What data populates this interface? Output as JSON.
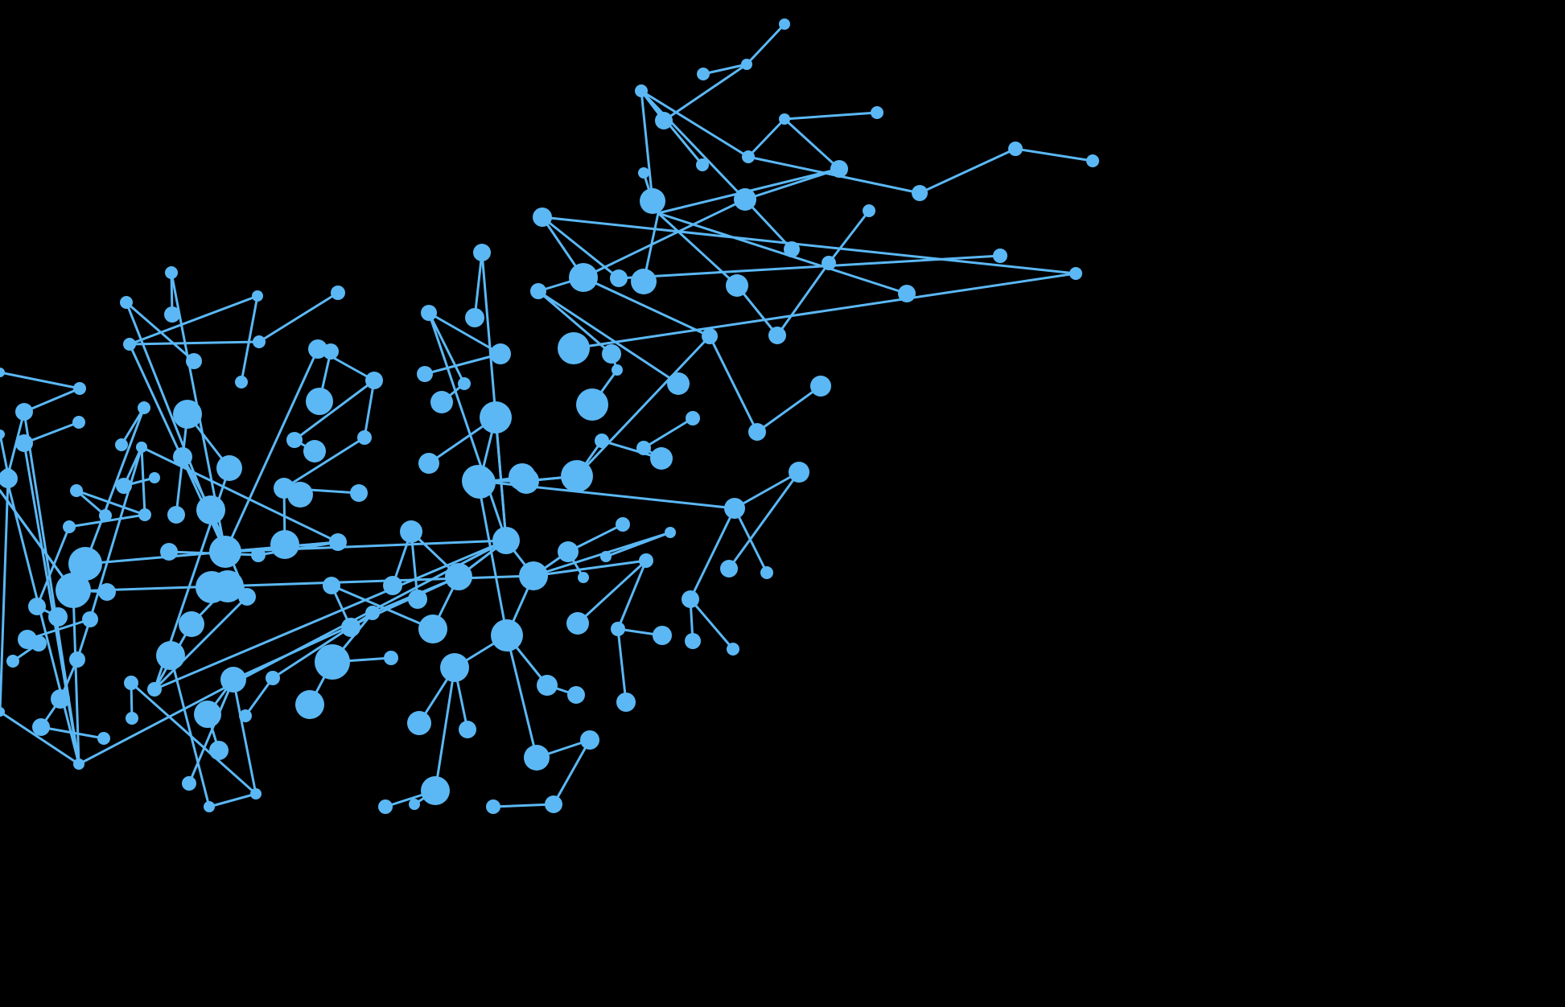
{
  "colors": {
    "background": "#000000",
    "node": "#5bb8f5",
    "edge": "#5bb8f5"
  },
  "edges": [
    [
      "a0",
      "a1"
    ],
    [
      "a1",
      "a2"
    ],
    [
      "a1",
      "a3"
    ],
    [
      "a3",
      "a4"
    ],
    [
      "a4",
      "a5"
    ],
    [
      "a5",
      "a6"
    ],
    [
      "a4",
      "a7"
    ],
    [
      "a4",
      "a8"
    ],
    [
      "a8",
      "a9"
    ],
    [
      "a9",
      "a10"
    ],
    [
      "a9",
      "a11"
    ],
    [
      "a8",
      "a12"
    ],
    [
      "a12",
      "a13"
    ],
    [
      "a13",
      "a14"
    ],
    [
      "a14",
      "a15"
    ],
    [
      "a4",
      "a16"
    ],
    [
      "a16",
      "a17"
    ],
    [
      "a16",
      "a18"
    ],
    [
      "a18",
      "a19"
    ],
    [
      "a19",
      "a20"
    ],
    [
      "a19",
      "a21"
    ],
    [
      "a21",
      "a22"
    ],
    [
      "a22",
      "a23"
    ],
    [
      "a23",
      "a24"
    ],
    [
      "a19",
      "a25"
    ],
    [
      "a16",
      "a26"
    ],
    [
      "a26",
      "a27"
    ],
    [
      "a27",
      "a28"
    ],
    [
      "a28",
      "a29"
    ],
    [
      "a27",
      "a30"
    ],
    [
      "a30",
      "a31"
    ],
    [
      "a26",
      "a32"
    ],
    [
      "a32",
      "a33"
    ],
    [
      "a33",
      "a34"
    ],
    [
      "a34",
      "a35"
    ],
    [
      "a32",
      "a36"
    ],
    [
      "a26",
      "a37"
    ],
    [
      "a37",
      "a38"
    ],
    [
      "a38",
      "a39"
    ],
    [
      "a37",
      "a40"
    ],
    [
      "a40",
      "a41"
    ],
    [
      "a41",
      "a42"
    ],
    [
      "a42",
      "a43"
    ],
    [
      "a43",
      "a44"
    ],
    [
      "a40",
      "a45"
    ],
    [
      "a45",
      "a46"
    ],
    [
      "a46",
      "a47"
    ],
    [
      "a47",
      "a48"
    ],
    [
      "a48",
      "a49"
    ],
    [
      "a47",
      "a50"
    ],
    [
      "a47",
      "a51"
    ],
    [
      "a51",
      "a52"
    ],
    [
      "a51",
      "a53"
    ],
    [
      "b0",
      "b1"
    ],
    [
      "b1",
      "b2"
    ],
    [
      "b1",
      "b3"
    ],
    [
      "b0",
      "b4"
    ],
    [
      "b4",
      "b5"
    ],
    [
      "b0",
      "b6"
    ],
    [
      "b6",
      "b7"
    ],
    [
      "b6",
      "b8"
    ],
    [
      "b8",
      "b9"
    ],
    [
      "b8",
      "b10"
    ],
    [
      "b0",
      "b11"
    ],
    [
      "b11",
      "b12"
    ],
    [
      "b12",
      "b13"
    ],
    [
      "b11",
      "b14"
    ],
    [
      "b14",
      "b15"
    ],
    [
      "b15",
      "b16"
    ],
    [
      "b16",
      "b17"
    ],
    [
      "b11",
      "b18"
    ],
    [
      "b18",
      "b19"
    ],
    [
      "b18",
      "b20"
    ],
    [
      "b18",
      "b21"
    ],
    [
      "b21",
      "b22"
    ],
    [
      "b21",
      "b23"
    ],
    [
      "a40",
      "a45"
    ],
    [
      "a46",
      "b11"
    ],
    [
      "b0",
      "c0"
    ],
    [
      "c0",
      "c1"
    ],
    [
      "c1",
      "c2"
    ],
    [
      "c0",
      "c3"
    ],
    [
      "c3",
      "c4"
    ],
    [
      "c4",
      "c5"
    ],
    [
      "c3",
      "c6"
    ],
    [
      "c6",
      "c7"
    ],
    [
      "c0",
      "c8"
    ],
    [
      "c8",
      "c9"
    ],
    [
      "c8",
      "c10"
    ],
    [
      "c10",
      "c11"
    ],
    [
      "c0",
      "c12"
    ],
    [
      "c12",
      "c13"
    ],
    [
      "c13",
      "c14"
    ],
    [
      "c13",
      "c15"
    ],
    [
      "c12",
      "c16"
    ],
    [
      "c16",
      "c17"
    ],
    [
      "c17",
      "c18"
    ],
    [
      "c12",
      "c19"
    ],
    [
      "c19",
      "c20"
    ],
    [
      "c20",
      "c21"
    ],
    [
      "c20",
      "c22"
    ],
    [
      "c19",
      "c23"
    ],
    [
      "c23",
      "c24"
    ],
    [
      "c12",
      "c25"
    ],
    [
      "c25",
      "c26"
    ],
    [
      "c26",
      "c27"
    ],
    [
      "c25",
      "c28"
    ],
    [
      "c25",
      "c29"
    ],
    [
      "c29",
      "c30"
    ],
    [
      "c30",
      "c31"
    ],
    [
      "c29",
      "c32"
    ],
    [
      "c32",
      "c33"
    ],
    [
      "c0",
      "c34"
    ],
    [
      "c34",
      "c35"
    ],
    [
      "c35",
      "c36"
    ],
    [
      "c36",
      "c37"
    ],
    [
      "c34",
      "c38"
    ],
    [
      "c38",
      "c39"
    ],
    [
      "c39",
      "c40"
    ],
    [
      "c34",
      "c41"
    ],
    [
      "c41",
      "c42"
    ],
    [
      "c42",
      "c43"
    ],
    [
      "c0",
      "d0"
    ],
    [
      "d0",
      "d1"
    ],
    [
      "d1",
      "d2"
    ],
    [
      "d0",
      "d3"
    ],
    [
      "d3",
      "d4"
    ],
    [
      "d0",
      "d5"
    ],
    [
      "d5",
      "d6"
    ],
    [
      "d6",
      "d7"
    ],
    [
      "d5",
      "d8"
    ],
    [
      "d8",
      "d9"
    ],
    [
      "d0",
      "d10"
    ],
    [
      "d10",
      "d11"
    ],
    [
      "d11",
      "d12"
    ],
    [
      "d10",
      "d13"
    ],
    [
      "d13",
      "d14"
    ],
    [
      "d14",
      "d15"
    ],
    [
      "d13",
      "d16"
    ],
    [
      "d16",
      "d17"
    ],
    [
      "d17",
      "d18"
    ],
    [
      "d17",
      "d19"
    ],
    [
      "d17",
      "d20"
    ],
    [
      "d0",
      "d21"
    ],
    [
      "d21",
      "d22"
    ],
    [
      "d22",
      "d23"
    ],
    [
      "d21",
      "d24"
    ],
    [
      "d24",
      "d25"
    ],
    [
      "d25",
      "d26"
    ],
    [
      "d24",
      "d27"
    ],
    [
      "d27",
      "d28"
    ],
    [
      "d21",
      "d29"
    ],
    [
      "d29",
      "d30"
    ],
    [
      "d30",
      "d31"
    ],
    [
      "d29",
      "d32"
    ],
    [
      "d32",
      "d33"
    ],
    [
      "d33",
      "d34"
    ],
    [
      "d32",
      "d35"
    ],
    [
      "d35",
      "d36"
    ],
    [
      "d36",
      "d37"
    ],
    [
      "d29",
      "d38"
    ],
    [
      "d38",
      "d39"
    ],
    [
      "d39",
      "d40"
    ],
    [
      "d40",
      "d41"
    ],
    [
      "d38",
      "d42"
    ],
    [
      "d42",
      "d43"
    ],
    [
      "d43",
      "d44"
    ],
    [
      "d44",
      "d45"
    ],
    [
      "e0",
      "e1"
    ],
    [
      "e1",
      "e2"
    ],
    [
      "e0",
      "e3"
    ],
    [
      "e3",
      "e4"
    ],
    [
      "e0",
      "e5"
    ],
    [
      "e5",
      "e6"
    ],
    [
      "e6",
      "e7"
    ],
    [
      "e5",
      "e8"
    ],
    [
      "e8",
      "e9"
    ],
    [
      "e0",
      "e10"
    ],
    [
      "e10",
      "e11"
    ],
    [
      "e10",
      "e12"
    ],
    [
      "e0",
      "e13"
    ],
    [
      "e13",
      "e14"
    ],
    [
      "e14",
      "e15"
    ],
    [
      "e13",
      "e16"
    ],
    [
      "e16",
      "e17"
    ],
    [
      "e13",
      "e18"
    ],
    [
      "e18",
      "e19"
    ],
    [
      "e18",
      "e20"
    ],
    [
      "c0",
      "e0"
    ],
    [
      "e13",
      "b0"
    ]
  ],
  "nodes": {
    "a0": [
      975,
      30,
      7
    ],
    "a1": [
      928,
      80,
      7
    ],
    "a2": [
      874,
      92,
      8
    ],
    "a3": [
      825,
      150,
      11
    ],
    "a4": [
      797,
      113,
      8
    ],
    "a5": [
      811,
      250,
      16
    ],
    "a6": [
      800,
      215,
      7
    ],
    "a7": [
      873,
      205,
      8
    ],
    "a8": [
      930,
      195,
      8
    ],
    "a9": [
      975,
      148,
      7
    ],
    "a10": [
      1090,
      140,
      8
    ],
    "a11": [
      1043,
      210,
      11
    ],
    "a12": [
      1143,
      240,
      10
    ],
    "a13": [
      1262,
      185,
      9
    ],
    "a14": [
      1358,
      200,
      8
    ],
    "a15": [
      1358,
      200,
      0
    ],
    "a16": [
      926,
      248,
      14
    ],
    "a17": [
      984,
      310,
      10
    ],
    "a18": [
      1043,
      210,
      0
    ],
    "a19": [
      818,
      265,
      0
    ],
    "a20": [
      800,
      350,
      16
    ],
    "a21": [
      916,
      355,
      14
    ],
    "a22": [
      966,
      417,
      11
    ],
    "a23": [
      1030,
      327,
      9
    ],
    "a24": [
      1080,
      262,
      8
    ],
    "a25": [
      1127,
      365,
      11
    ],
    "a26": [
      725,
      345,
      18
    ],
    "a27": [
      674,
      270,
      12
    ],
    "a28": [
      769,
      346,
      11
    ],
    "a29": [
      1243,
      318,
      9
    ],
    "a30": [
      1337,
      340,
      8
    ],
    "a31": [
      713,
      433,
      20
    ],
    "a32": [
      669,
      362,
      10
    ],
    "a33": [
      760,
      440,
      12
    ],
    "a34": [
      767,
      460,
      7
    ],
    "a35": [
      736,
      503,
      20
    ],
    "a36": [
      843,
      477,
      14
    ],
    "a37": [
      882,
      418,
      10
    ],
    "a38": [
      941,
      537,
      11
    ],
    "a39": [
      1020,
      480,
      13
    ],
    "a40": [
      717,
      592,
      20
    ],
    "a41": [
      748,
      548,
      9
    ],
    "a42": [
      822,
      570,
      14
    ],
    "a43": [
      800,
      557,
      9
    ],
    "a44": [
      861,
      520,
      9
    ],
    "a45": [
      654,
      598,
      16
    ],
    "a46": [
      594,
      598,
      20
    ],
    "a47": [
      913,
      632,
      13
    ],
    "a48": [
      993,
      587,
      13
    ],
    "a49": [
      906,
      707,
      11
    ],
    "a50": [
      953,
      712,
      8
    ],
    "a51": [
      858,
      745,
      11
    ],
    "a52": [
      861,
      797,
      10
    ],
    "a53": [
      911,
      807,
      8
    ],
    "b0": [
      663,
      716,
      18
    ],
    "b1": [
      706,
      686,
      13
    ],
    "b2": [
      725,
      718,
      7
    ],
    "b3": [
      774,
      652,
      9
    ],
    "b4": [
      833,
      662,
      7
    ],
    "b5": [
      753,
      692,
      7
    ],
    "b6": [
      803,
      697,
      9
    ],
    "b7": [
      718,
      775,
      14
    ],
    "b8": [
      768,
      782,
      9
    ],
    "b9": [
      823,
      790,
      12
    ],
    "b10": [
      778,
      873,
      12
    ],
    "b11": [
      630,
      790,
      20
    ],
    "b12": [
      680,
      852,
      13
    ],
    "b13": [
      716,
      864,
      11
    ],
    "b14": [
      667,
      942,
      16
    ],
    "b15": [
      733,
      920,
      12
    ],
    "b16": [
      688,
      1000,
      11
    ],
    "b17": [
      613,
      1003,
      9
    ],
    "b18": [
      565,
      830,
      18
    ],
    "b19": [
      521,
      899,
      15
    ],
    "b20": [
      581,
      907,
      11
    ],
    "b21": [
      541,
      983,
      18
    ],
    "b22": [
      479,
      1003,
      9
    ],
    "b23": [
      515,
      1000,
      7
    ],
    "c0": [
      629,
      672,
      17
    ],
    "c1": [
      599,
      314,
      11
    ],
    "c2": [
      590,
      395,
      12
    ],
    "c3": [
      533,
      389,
      10
    ],
    "c4": [
      622,
      440,
      13
    ],
    "c5": [
      528,
      465,
      10
    ],
    "c6": [
      577,
      477,
      8
    ],
    "c7": [
      549,
      500,
      14
    ],
    "c8": [
      616,
      519,
      20
    ],
    "c9": [
      533,
      576,
      13
    ],
    "c10": [
      596,
      600,
      20
    ],
    "c11": [
      649,
      593,
      17
    ],
    "c12": [
      570,
      717,
      17
    ],
    "c13": [
      511,
      661,
      14
    ],
    "c14": [
      488,
      728,
      12
    ],
    "c15": [
      519,
      745,
      12
    ],
    "c16": [
      538,
      782,
      18
    ],
    "c17": [
      412,
      728,
      11
    ],
    "c18": [
      436,
      780,
      12
    ],
    "c19": [
      463,
      762,
      9
    ],
    "c20": [
      413,
      823,
      22
    ],
    "c21": [
      486,
      818,
      9
    ],
    "c22": [
      385,
      876,
      18
    ],
    "c23": [
      339,
      843,
      9
    ],
    "c24": [
      305,
      890,
      8
    ],
    "c25": [
      290,
      845,
      16
    ],
    "c26": [
      258,
      888,
      17
    ],
    "c27": [
      272,
      933,
      12
    ],
    "c28": [
      235,
      974,
      9
    ],
    "c29": [
      318,
      987,
      7
    ],
    "c30": [
      260,
      1003,
      7
    ],
    "c31": [
      212,
      815,
      18
    ],
    "c32": [
      163,
      849,
      9
    ],
    "c33": [
      164,
      893,
      8
    ],
    "c34": [
      192,
      857,
      9
    ],
    "c35": [
      238,
      776,
      16
    ],
    "c36": [
      283,
      729,
      20
    ],
    "c37": [
      263,
      730,
      20
    ],
    "c38": [
      307,
      742,
      11
    ],
    "c39": [
      262,
      634,
      18
    ],
    "c40": [
      227,
      568,
      12
    ],
    "c41": [
      285,
      582,
      16
    ],
    "c42": [
      233,
      515,
      18
    ],
    "c43": [
      219,
      640,
      11
    ],
    "d0": [
      280,
      686,
      20
    ],
    "d1": [
      213,
      339,
      8
    ],
    "d2": [
      214,
      391,
      10
    ],
    "d3": [
      157,
      376,
      8
    ],
    "d4": [
      241,
      449,
      10
    ],
    "d5": [
      161,
      428,
      8
    ],
    "d6": [
      320,
      368,
      7
    ],
    "d7": [
      300,
      475,
      8
    ],
    "d8": [
      322,
      425,
      8
    ],
    "d9": [
      420,
      364,
      9
    ],
    "d10": [
      395,
      434,
      12
    ],
    "d11": [
      411,
      437,
      10
    ],
    "d12": [
      397,
      499,
      17
    ],
    "d13": [
      465,
      473,
      11
    ],
    "d14": [
      366,
      547,
      10
    ],
    "d15": [
      391,
      561,
      14
    ],
    "d16": [
      453,
      544,
      9
    ],
    "d17": [
      353,
      607,
      13
    ],
    "d18": [
      373,
      615,
      16
    ],
    "d19": [
      446,
      613,
      11
    ],
    "d20": [
      354,
      677,
      18
    ],
    "d21": [
      420,
      674,
      11
    ],
    "d22": [
      321,
      690,
      9
    ],
    "d23": [
      210,
      686,
      11
    ],
    "d24": [
      106,
      701,
      21
    ],
    "d25": [
      91,
      734,
      22
    ],
    "d26": [
      133,
      736,
      11
    ],
    "d27": [
      179,
      507,
      8
    ],
    "d28": [
      151,
      553,
      8
    ],
    "d29": [
      176,
      556,
      7
    ],
    "d30": [
      154,
      604,
      10
    ],
    "d31": [
      192,
      594,
      7
    ],
    "d32": [
      180,
      640,
      8
    ],
    "d33": [
      95,
      610,
      8
    ],
    "d34": [
      131,
      641,
      8
    ],
    "d35": [
      86,
      655,
      8
    ],
    "d36": [
      46,
      754,
      11
    ],
    "d37": [
      72,
      767,
      12
    ],
    "d38": [
      112,
      770,
      10
    ],
    "d39": [
      34,
      795,
      12
    ],
    "d40": [
      48,
      800,
      10
    ],
    "d41": [
      16,
      822,
      8
    ],
    "d42": [
      96,
      820,
      10
    ],
    "d43": [
      75,
      869,
      12
    ],
    "d44": [
      51,
      904,
      11
    ],
    "d45": [
      129,
      918,
      8
    ],
    "e0": [
      98,
      950,
      7
    ],
    "e1": [
      0,
      885,
      6
    ],
    "e2": [
      10,
      595,
      12
    ],
    "e3": [
      30,
      551,
      11
    ],
    "e4": [
      98,
      525,
      8
    ],
    "e5": [
      30,
      512,
      11
    ],
    "e6": [
      99,
      483,
      8
    ],
    "e7": [
      0,
      463,
      6
    ],
    "e8": [
      10,
      590,
      8
    ],
    "e9": [
      0,
      540,
      6
    ],
    "e10": [
      9,
      598,
      0
    ],
    "e11": [
      0,
      600,
      0
    ],
    "e12": [
      0,
      600,
      0
    ],
    "e13": [
      91,
      735,
      0
    ],
    "e14": [
      0,
      610,
      0
    ],
    "e15": [
      0,
      610,
      0
    ],
    "e16": [
      0,
      610,
      0
    ],
    "e17": [
      0,
      610,
      0
    ],
    "e18": [
      0,
      610,
      0
    ],
    "e19": [
      0,
      610,
      0
    ],
    "e20": [
      0,
      610,
      0
    ]
  }
}
